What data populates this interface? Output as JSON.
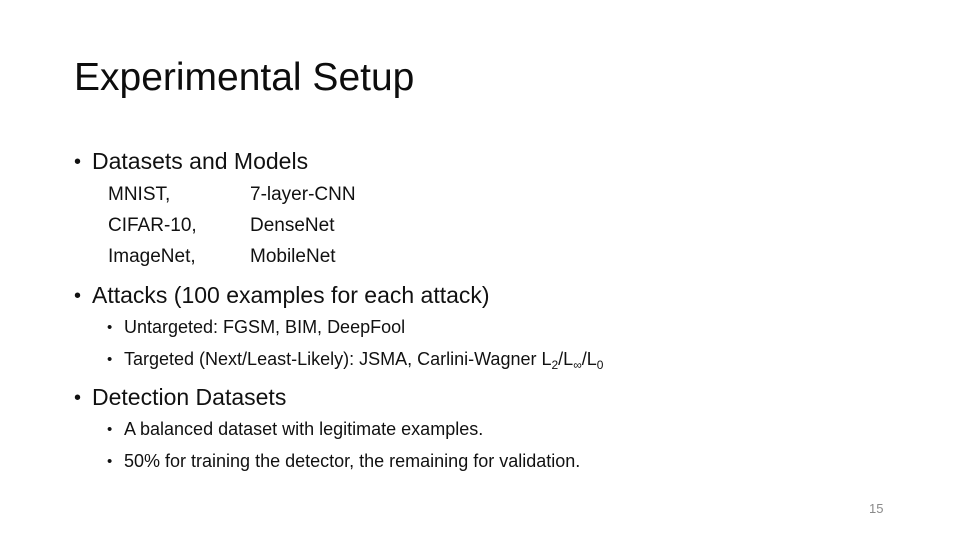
{
  "slide": {
    "title": "Experimental Setup",
    "page_number": "15",
    "bullet_glyph": "•",
    "sections": {
      "datasets_models": {
        "heading": "Datasets and Models",
        "rows": [
          {
            "dataset": "MNIST,",
            "model": "7-layer-CNN"
          },
          {
            "dataset": "CIFAR-10,",
            "model": "DenseNet"
          },
          {
            "dataset": "ImageNet,",
            "model": "MobileNet"
          }
        ]
      },
      "attacks": {
        "heading": "Attacks (100 examples for each attack)",
        "untargeted": "Untargeted: FGSM, BIM, DeepFool",
        "targeted": {
          "prefix": "Targeted (Next/Least-Likely): JSMA, Carlini-Wagner L",
          "sub_2": "2",
          "sep_1": "/L",
          "sub_inf": "∞",
          "sep_2": "/L",
          "sub_0": "0"
        }
      },
      "detection": {
        "heading": "Detection Datasets",
        "bullets": [
          "A balanced dataset with legitimate examples.",
          "50% for training the detector, the remaining for validation."
        ]
      }
    }
  }
}
